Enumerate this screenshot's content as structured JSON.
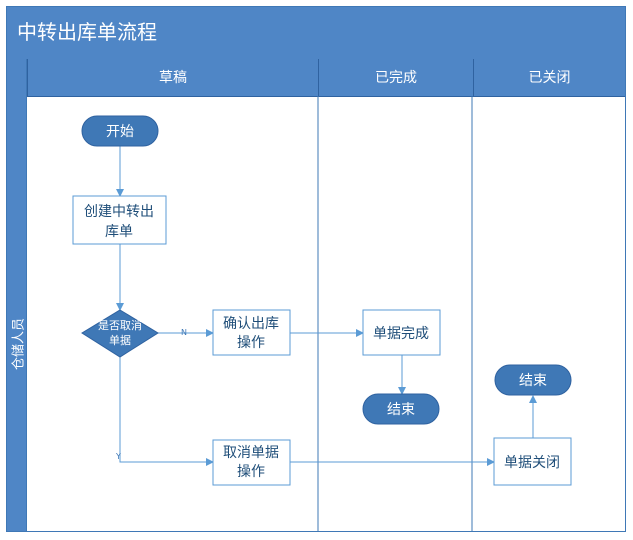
{
  "title": "中转出库单流程",
  "lane": "仓储人员",
  "columns": [
    "草稿",
    "已完成",
    "已关闭"
  ],
  "nodes": {
    "start": "开始",
    "create_line1": "创建中转出",
    "create_line2": "库单",
    "decision_line1": "是否取消",
    "decision_line2": "单据",
    "confirm_line1": "确认出库",
    "confirm_line2": "操作",
    "cancel_line1": "取消单据",
    "cancel_line2": "操作",
    "complete": "单据完成",
    "end_complete": "结束",
    "close": "单据关闭",
    "end_close": "结束"
  },
  "edge_labels": {
    "no": "N",
    "yes": "Y"
  },
  "colors": {
    "header": "#4f86c6",
    "line": "#5b9bd5",
    "node_fill": "#ffffff",
    "terminal": "#3f78b6"
  }
}
